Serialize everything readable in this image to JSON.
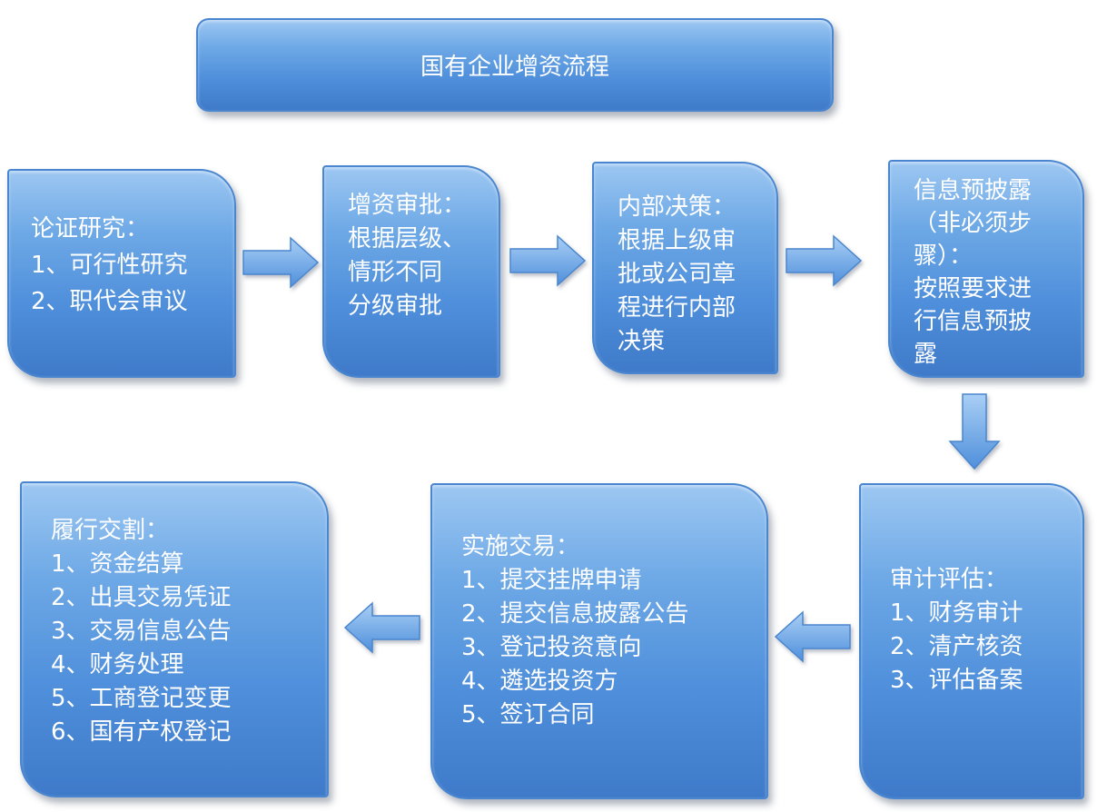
{
  "title": "国有企业增资流程",
  "steps": [
    {
      "id": "feasibility",
      "heading": "论证研究：",
      "lines": [
        "1、可行性研究",
        "2、职代会审议"
      ]
    },
    {
      "id": "approval",
      "heading": "增资审批：",
      "lines": [
        "根据层级、",
        "情形不同",
        "分级审批"
      ]
    },
    {
      "id": "internal-decision",
      "heading": "内部决策：",
      "lines": [
        "根据上级审",
        "批或公司章",
        "程进行内部",
        "决策"
      ]
    },
    {
      "id": "pre-disclosure",
      "heading": "信息预披露",
      "lines": [
        "（非必须步",
        "骤）：",
        "按照要求进",
        "行信息预披",
        "露"
      ]
    },
    {
      "id": "audit",
      "heading": "审计评估：",
      "lines": [
        "1、财务审计",
        "2、清产核资",
        "3、评估备案"
      ]
    },
    {
      "id": "transaction",
      "heading": "实施交易：",
      "lines": [
        "1、提交挂牌申请",
        "2、提交信息披露公告",
        "3、登记投资意向",
        "4、遴选投资方",
        "5、签订合同"
      ]
    },
    {
      "id": "settlement",
      "heading": "履行交割：",
      "lines": [
        "1、资金结算",
        "2、出具交易凭证",
        "3、交易信息公告",
        "4、财务处理",
        "5、工商登记变更",
        "6、国有产权登记"
      ]
    }
  ],
  "colors": {
    "box_top": "#9dc7f2",
    "box_bottom": "#3e7ac9",
    "arrow_fill": "#6ea9e6",
    "text": "#ffffff"
  }
}
